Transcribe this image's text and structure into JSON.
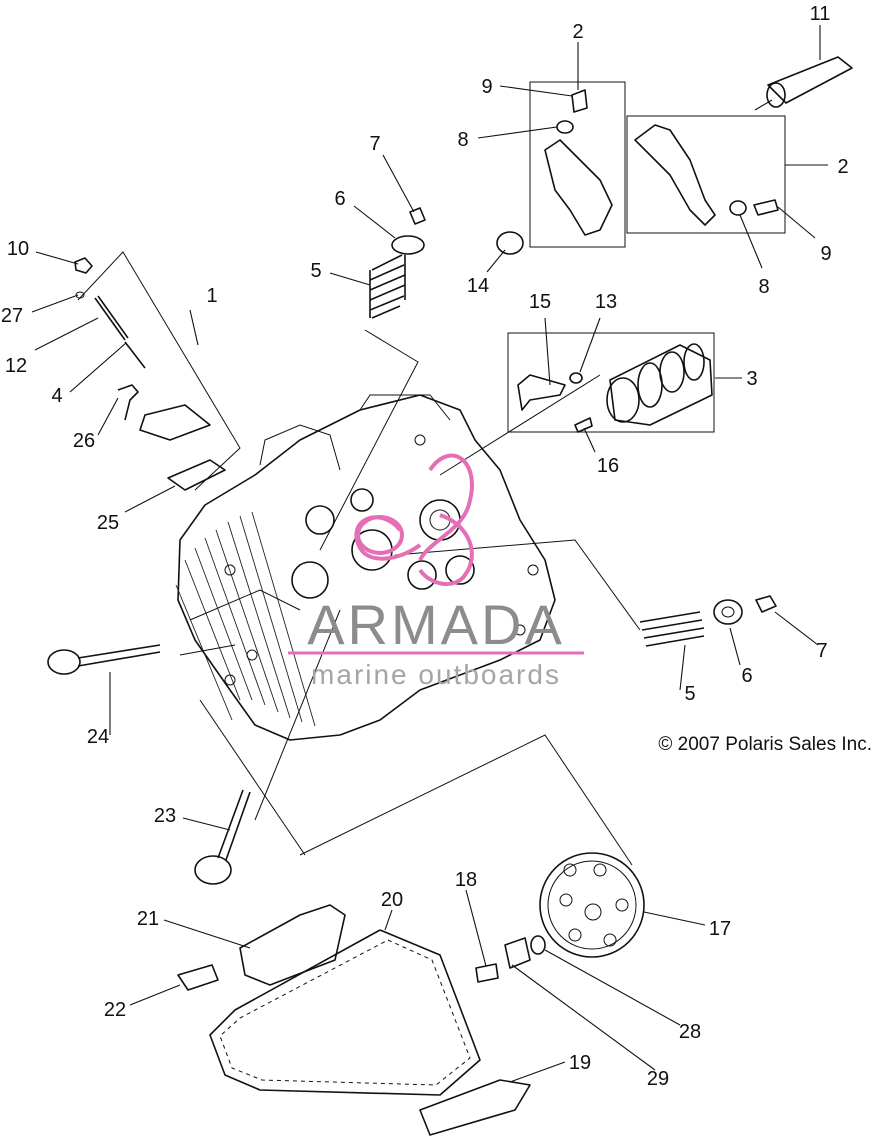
{
  "callouts": {
    "c1": "1",
    "c2a": "2",
    "c2b": "2",
    "c3": "3",
    "c4": "4",
    "c5a": "5",
    "c5b": "5",
    "c6a": "6",
    "c6b": "6",
    "c7a": "7",
    "c7b": "7",
    "c8a": "8",
    "c8b": "8",
    "c9a": "9",
    "c9b": "9",
    "c10": "10",
    "c11": "11",
    "c12": "12",
    "c13": "13",
    "c14": "14",
    "c15": "15",
    "c16": "16",
    "c17": "17",
    "c18": "18",
    "c19": "19",
    "c20": "20",
    "c21": "21",
    "c22": "22",
    "c23": "23",
    "c24": "24",
    "c25": "25",
    "c26": "26",
    "c27": "27",
    "c28": "28",
    "c29": "29"
  },
  "copyright": "© 2007 Polaris Sales Inc.",
  "watermark": {
    "brand": "ARMADA",
    "tagline": "marine outboards",
    "color_text": "#8c8c8c",
    "color_accent": "#e46fb6"
  }
}
